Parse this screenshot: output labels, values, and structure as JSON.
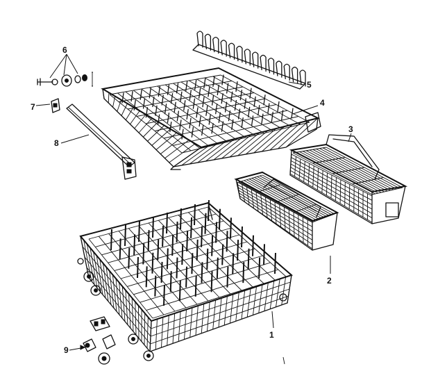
{
  "callouts": [
    {
      "id": "c1",
      "label": "1"
    },
    {
      "id": "c2",
      "label": "2"
    },
    {
      "id": "c3",
      "label": "3"
    },
    {
      "id": "c4",
      "label": "4"
    },
    {
      "id": "c5",
      "label": "5"
    },
    {
      "id": "c6",
      "label": "6"
    },
    {
      "id": "c7",
      "label": "7"
    },
    {
      "id": "c8",
      "label": "8"
    },
    {
      "id": "c9",
      "label": "9"
    }
  ]
}
